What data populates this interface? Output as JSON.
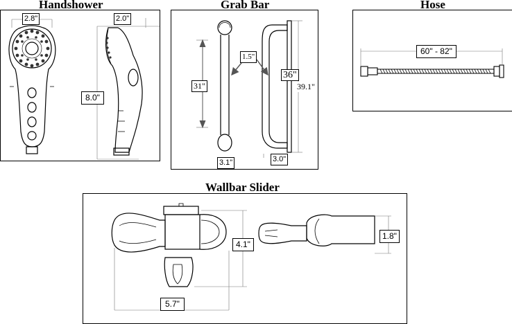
{
  "titles": {
    "handshower": "Handshower",
    "grab_bar": "Grab Bar",
    "hose": "Hose",
    "wallbar_slider": "Wallbar Slider"
  },
  "dimensions": {
    "handshower": {
      "width": "2.8\"",
      "depth": "2.0\"",
      "length": "8.0\""
    },
    "grab_bar": {
      "diameter": "1.5\"",
      "inner": "31\"",
      "outer": "36\"",
      "overall": "39.1\"",
      "base_front": "3.1\"",
      "base_side": "3.0\""
    },
    "hose": {
      "length": "60\" - 82\""
    },
    "wallbar_slider": {
      "height": "4.1\"",
      "width": "5.7\"",
      "depth": "1.8\""
    }
  }
}
